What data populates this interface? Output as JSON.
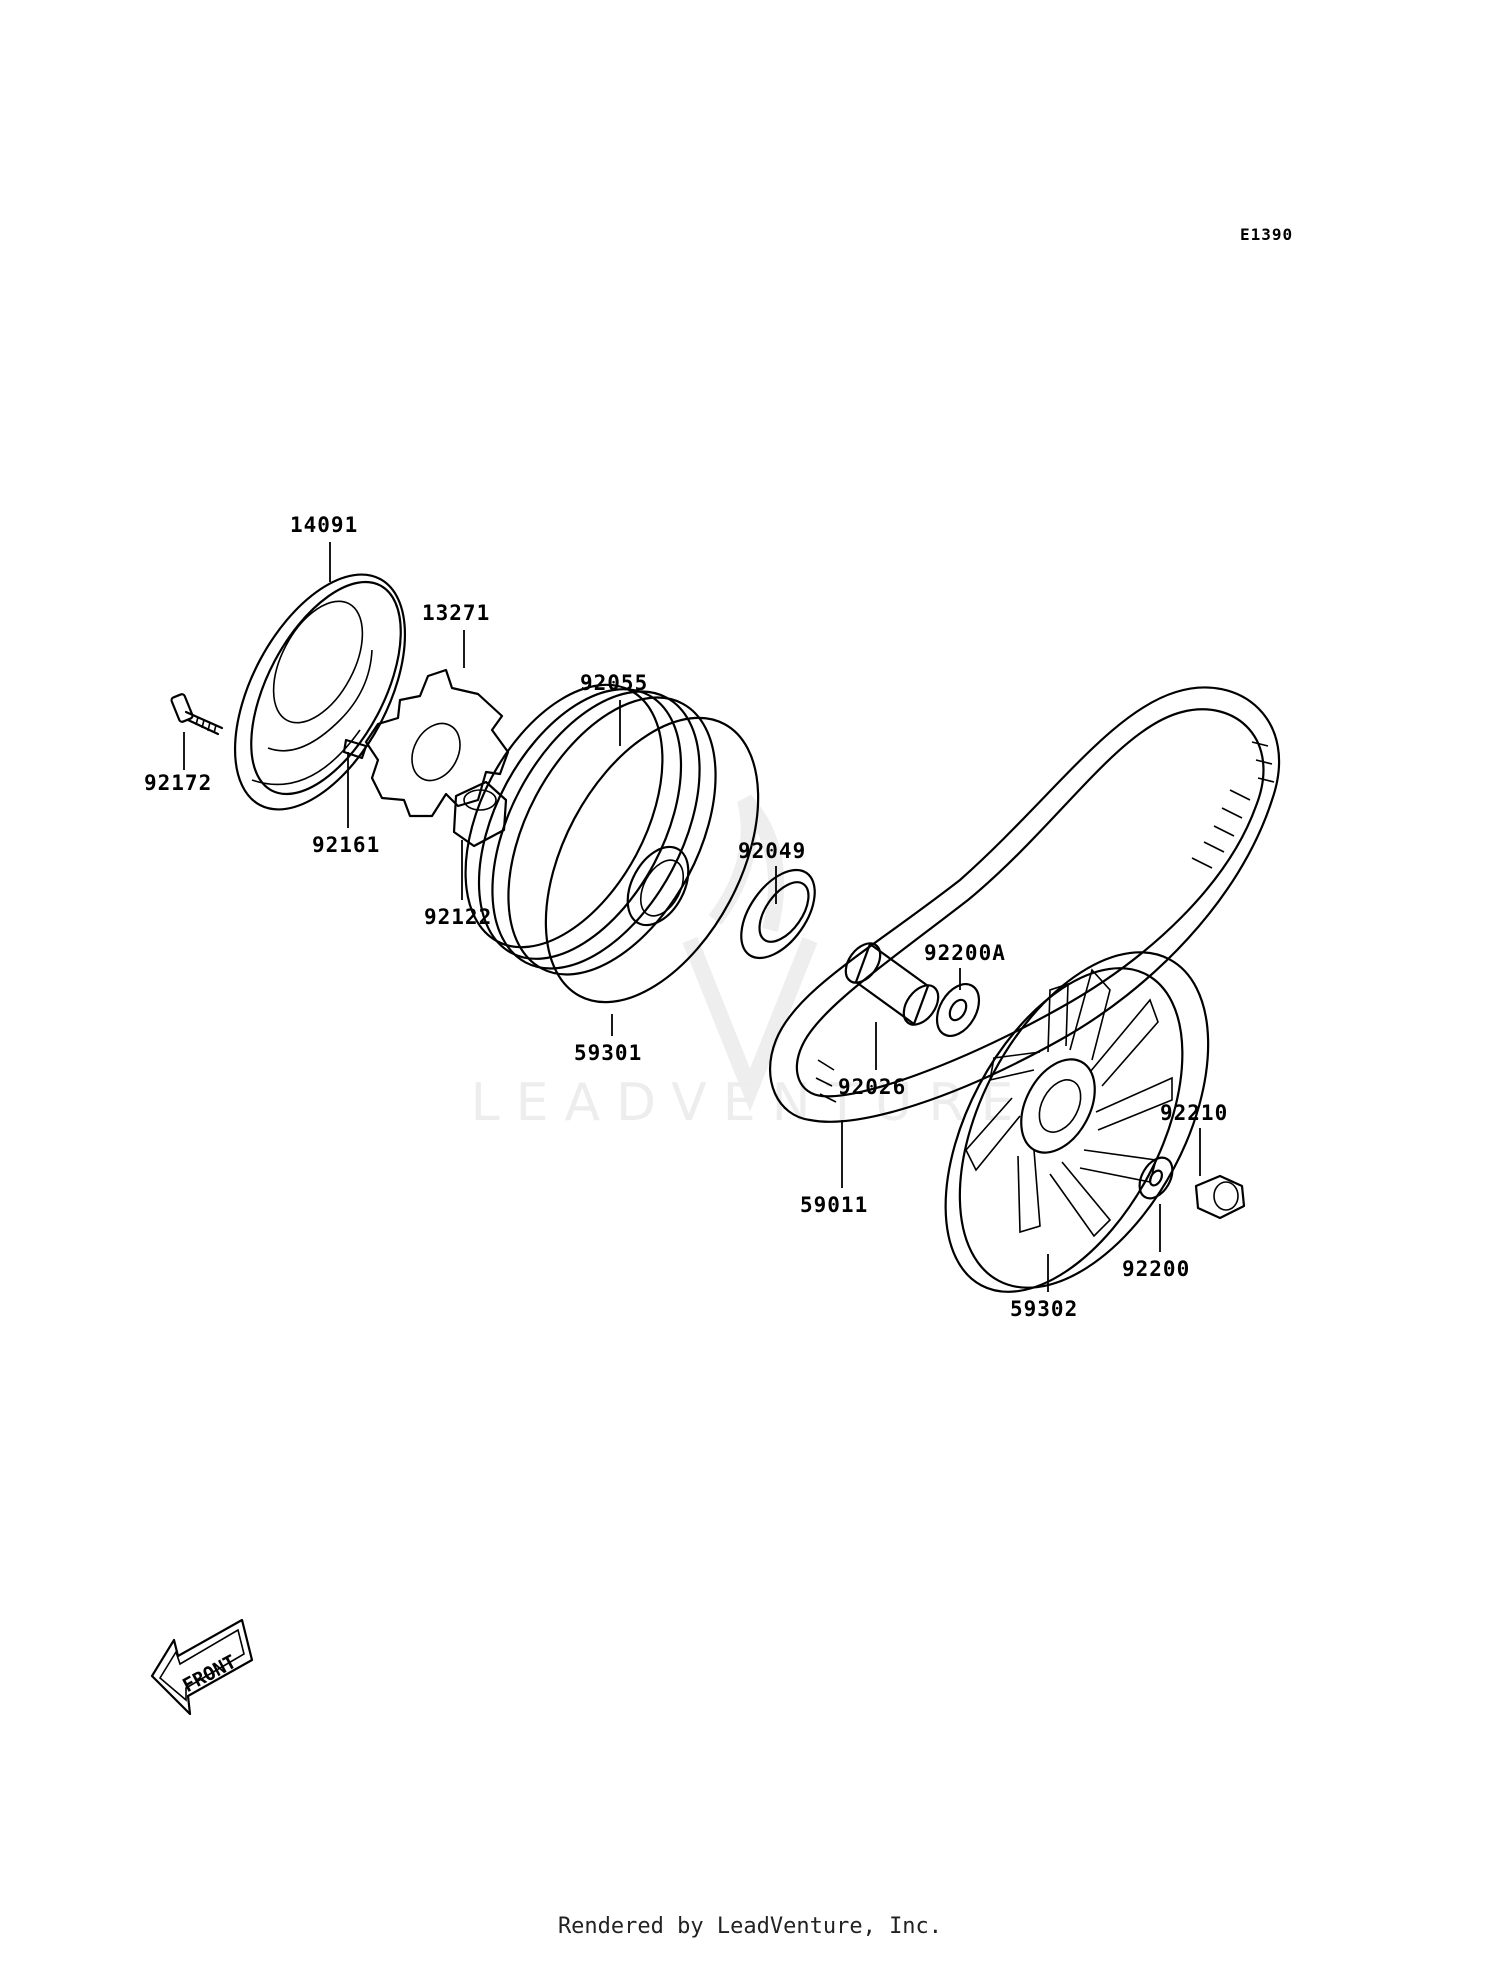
{
  "diagram_code": "E1390",
  "watermark": "LEADVENTURE",
  "front_label": "FRONT",
  "credit": "Rendered by LeadVenture, Inc.",
  "parts": {
    "p14091": "14091",
    "p13271": "13271",
    "p92055": "92055",
    "p92172": "92172",
    "p92161": "92161",
    "p92122": "92122",
    "p92049": "92049",
    "p59301": "59301",
    "p92200A": "92200A",
    "p92026": "92026",
    "p92210": "92210",
    "p59011": "59011",
    "p92200": "92200",
    "p59302": "59302"
  }
}
